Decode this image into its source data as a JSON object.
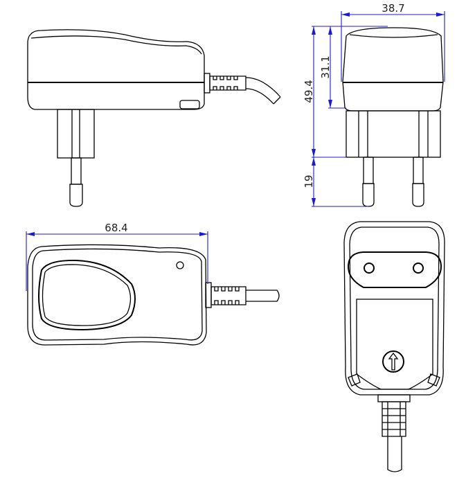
{
  "dimensions": {
    "front_width": "38.7",
    "total_height": "49.4",
    "body_height": "31.1",
    "pin_length": "19",
    "length": "68.4"
  },
  "colors": {
    "dimension_line": "#1a1adc",
    "outline": "#000000"
  }
}
